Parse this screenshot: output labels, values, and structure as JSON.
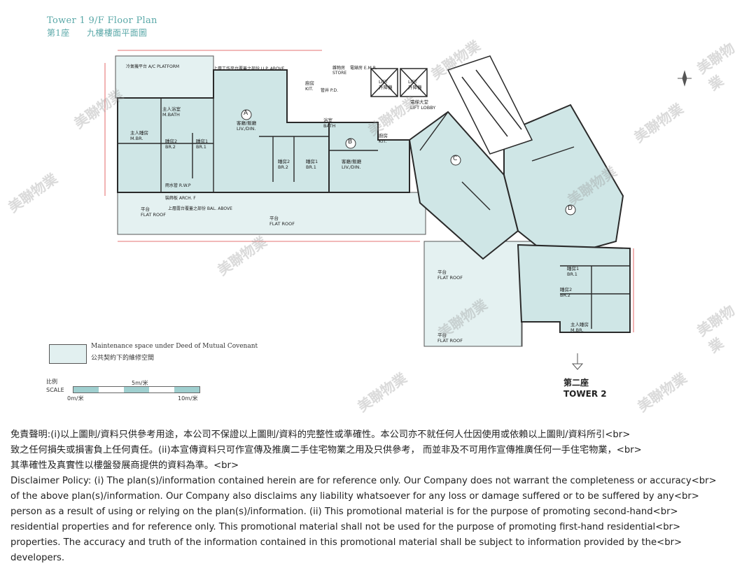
{
  "plan": {
    "title_en": "Tower 1   9/F Floor Plan",
    "title_zh": "第1座　　九樓樓面平面圖",
    "units": [
      "A",
      "B",
      "C",
      "D"
    ],
    "rooms": [
      {
        "zh": "主人睡房",
        "en": "M.BR."
      },
      {
        "zh": "主人浴室",
        "en": "M.BATH"
      },
      {
        "zh": "睡房2",
        "en": "BR.2"
      },
      {
        "zh": "睡房1",
        "en": "BR.1"
      },
      {
        "zh": "客廳/飯廳",
        "en": "LIV./DIN."
      },
      {
        "zh": "客廳/飯廳",
        "en": "LIV./DIN."
      },
      {
        "zh": "睡房2",
        "en": "BR.2"
      },
      {
        "zh": "睡房1",
        "en": "BR.1"
      },
      {
        "zh": "廚房",
        "en": "KIT."
      },
      {
        "zh": "廚房",
        "en": "KIT."
      },
      {
        "zh": "浴室",
        "en": "BATH"
      },
      {
        "zh": "平台",
        "en": "FLAT ROOF"
      },
      {
        "zh": "平台",
        "en": "FLAT ROOF"
      },
      {
        "zh": "平台",
        "en": "FLAT ROOF"
      },
      {
        "zh": "平台",
        "en": "FLAT ROOF"
      },
      {
        "zh": "電梯大堂",
        "en": "LIFT LOBBY"
      },
      {
        "zh": "升降機",
        "en": "LIFT"
      },
      {
        "zh": "升降機",
        "en": "LIFT"
      },
      {
        "zh": "睡房1",
        "en": "BR.1"
      },
      {
        "zh": "睡房2",
        "en": "BR.2"
      },
      {
        "zh": "主人睡房",
        "en": "M.BR."
      }
    ],
    "notes": [
      "上層工作平台覆蓋之部份 U.P. ABOVE",
      "上層露台覆蓋之部份 BAL. ABOVE",
      "冷氣機平台 A/C PLATFORM",
      "雨水管 R.W.P",
      "裝飾板 ARCH. F",
      "雜物房 STORE",
      "電錶房 E.M.R.",
      "管井 P.D."
    ],
    "tower2_zh": "第二座",
    "tower2_en": "TOWER 2",
    "legend_en": "Maintenance space under Deed of Mutual Covenant",
    "legend_zh": "公共契約下的維修空間",
    "scale_zh": "比例",
    "scale_en": "SCALE",
    "scale_zero": "0m/米",
    "scale_mid": "5m/米",
    "scale_ten": "10m/米",
    "watermark": "美聯物業",
    "colors": {
      "accent": "#5aa8a8",
      "unit_fill": "#cfe6e6",
      "roof_fill": "#e4f1f1",
      "wall": "#2a2a2a"
    }
  },
  "disclaimer": {
    "zh_lines": [
      "免責聲明:(i)以上圖則/資料只供參考用途，本公司不保證以上圖則/資料的完整性或準確性。本公司亦不就任何人仕因使用或依賴以上圖則/資料所引<br>",
      "致之任何損失或損害負上任何責任。(ii)本宣傳資料只可作宣傳及推廣二手住宅物業之用及只供參考， 而並非及不可用作宣傳推廣任何一手住宅物業，<br>",
      "其準確性及真實性以樓盤發展商提供的資料為準。<br>"
    ],
    "en_lines": [
      "Disclaimer Policy: (i) The plan(s)/information contained herein are for reference only. Our Company does not warrant the completeness or accuracy<br>",
      "of the above plan(s)/information. Our Company also disclaims any liability whatsoever for any loss or damage suffered or to be suffered by any<br>",
      "person as a result of using or relying on the plan(s)/information. (ii) This promotional material is for the purpose of promoting second-hand<br>",
      "residential properties and for reference only. This promotional material shall not be used for the purpose of promoting first-hand residential<br>",
      "properties. The accuracy and truth of the information contained in this promotional material shall be subject to information provided by the<br>",
      "developers."
    ]
  }
}
